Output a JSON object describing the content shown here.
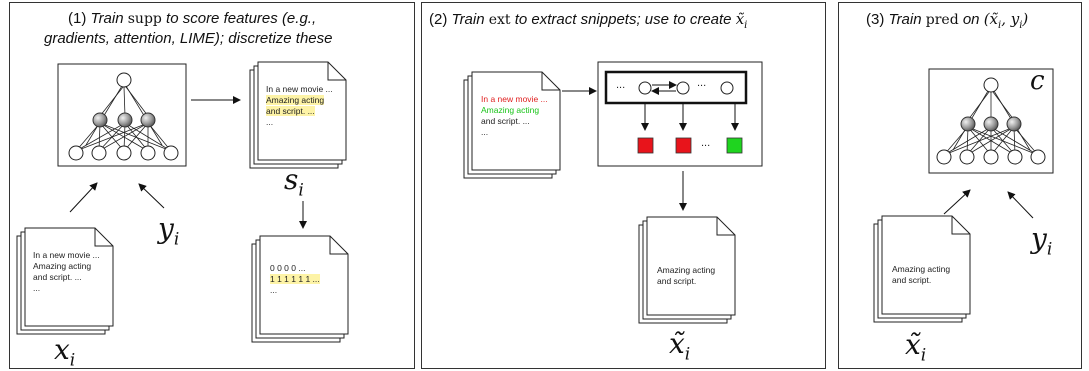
{
  "panel1": {
    "title_num": "(1)",
    "title_train": "Train",
    "title_model": "supp",
    "title_rest_line1": "to score features (e.g.,",
    "title_line2": "gradients, attention, LIME); discretize these",
    "input_doc": [
      "In a new movie ...",
      "Amazing acting",
      "and script. ...",
      "..."
    ],
    "score_doc": [
      "In a new movie ...",
      "Amazing acting",
      "and script. ...",
      "..."
    ],
    "binary_doc": [
      "0 0 0 0 ...",
      "1 1 1 1 1 1 ...",
      "..."
    ],
    "label_x": "x",
    "label_x_sub": "i",
    "label_y": "y",
    "label_y_sub": "i",
    "label_s": "s",
    "label_s_sub": "i"
  },
  "panel2": {
    "title_num": "(2)",
    "title_train": "Train",
    "title_model": "ext",
    "title_rest": "to extract snippets; use to create",
    "title_math": "x̃",
    "title_math_sub": "i",
    "input_doc": [
      "In a new movie ...",
      "Amazing acting",
      "and script. ...",
      "..."
    ],
    "output_doc": [
      "Amazing acting",
      "and script."
    ],
    "seq_dots": [
      "...",
      "...",
      "..."
    ],
    "box_dots": "...",
    "label_xt": "x̃",
    "label_xt_sub": "i"
  },
  "panel3": {
    "title_num": "(3)",
    "title_train": "Train",
    "title_model": "pred",
    "title_on": "on",
    "title_math": "(x̃",
    "title_math_sub": "i",
    "title_math_end": ", y",
    "title_math_sub2": "i",
    "title_math_close": ")",
    "net_label": "c",
    "doc": [
      "Amazing acting",
      "and script."
    ],
    "label_xt": "x̃",
    "label_xt_sub": "i",
    "label_y": "y",
    "label_y_sub": "i"
  },
  "colors": {
    "highlight": "#fdf3a6",
    "red_box": "#e8141b",
    "green_box": "#1fd41f",
    "red_text": "#e02020",
    "green_text": "#19c419"
  }
}
